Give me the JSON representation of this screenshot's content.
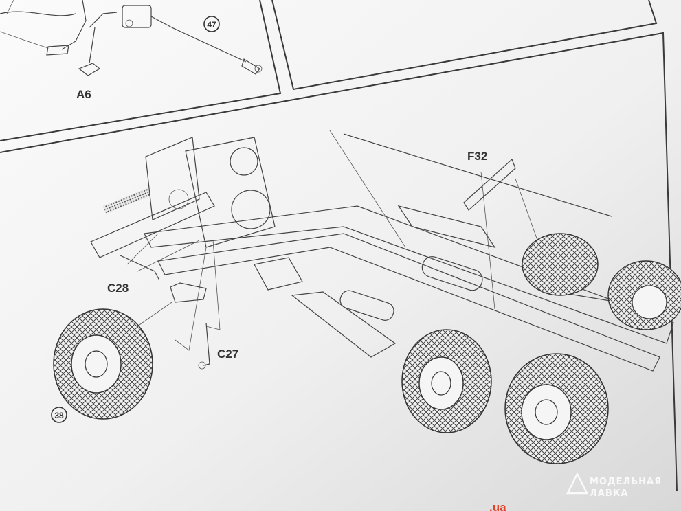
{
  "labels": {
    "part_a6": "A6",
    "part_f32": "F32",
    "part_c28": "C28",
    "part_c27": "C27"
  },
  "steps": {
    "step_47": "47",
    "step_38": "38"
  },
  "watermark": {
    "line1": "МОДЕЛЬНАЯ",
    "line2": "ЛАВКА"
  },
  "footer": {
    "url_fragment": ".ua"
  },
  "colors": {
    "paper": "#f4f4f4",
    "ink": "#333333",
    "url_red": "#e2402a"
  }
}
